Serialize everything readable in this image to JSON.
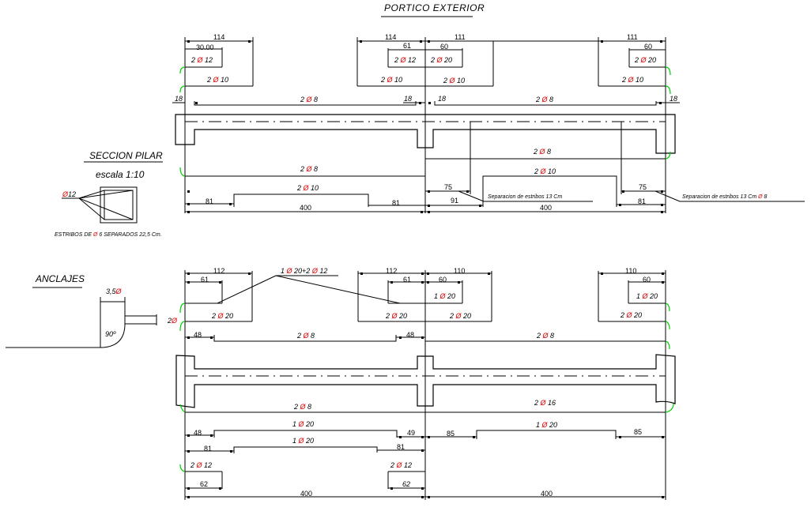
{
  "title": "PORTICO EXTERIOR",
  "phi": "Ø",
  "section": {
    "title": "SECCION PILAR",
    "scale": "escala 1:10",
    "bar_label": {
      "pre": "",
      "phi": "Ø",
      "post": "12"
    },
    "stirrups": {
      "pre": "ESTRIBOS DE ",
      "phi": "Ø",
      "post": " 6 SEPARADOS 22,5 Cm."
    }
  },
  "anchors": {
    "title": "ANCLAJES",
    "width_label": {
      "pre": "3,5",
      "phi": "Ø"
    },
    "bar_label": {
      "pre": "2",
      "phi": "Ø"
    },
    "angle": "90º"
  },
  "top_frame": {
    "dims": {
      "d114a": "114",
      "d30": "30.00",
      "d114b": "114",
      "d61": "61",
      "d111a": "111",
      "d60a": "60",
      "d111b": "111",
      "d60b": "60",
      "d18a": "18",
      "d18b": "18",
      "d18c": "18",
      "d18d": "18",
      "d81a": "81",
      "d400a": "400",
      "d81b": "81",
      "d75a": "75",
      "d91": "91",
      "d400b": "400",
      "d75b": "75",
      "d81c": "81"
    },
    "bars": {
      "b1": {
        "pre": "2 ",
        "post": " 12"
      },
      "b2": {
        "pre": "2 ",
        "post": " 10"
      },
      "b3": {
        "pre": "2 ",
        "post": " 12"
      },
      "b4": {
        "pre": "2 ",
        "post": " 20"
      },
      "b5": {
        "pre": "2 ",
        "post": " 10"
      },
      "b6": {
        "pre": "2 ",
        "post": " 10"
      },
      "b7": {
        "pre": "2 ",
        "post": " 20"
      },
      "b8": {
        "pre": "2 ",
        "post": " 10"
      },
      "b9": {
        "pre": "2 ",
        "post": " 8"
      },
      "b10": {
        "pre": "2 ",
        "post": " 8"
      },
      "b11": {
        "pre": "2 ",
        "post": " 8"
      },
      "b12": {
        "pre": "2 ",
        "post": " 10"
      },
      "b13": {
        "pre": "2 ",
        "post": " 8"
      },
      "b14": {
        "pre": "2 ",
        "post": " 10"
      }
    },
    "note1": "Separacion de estribos 13 Cm",
    "note2": {
      "pre": "Separacion de estribos 13 Cm ",
      "phi": "Ø",
      "post": " 8"
    }
  },
  "bottom_frame": {
    "dims": {
      "d112a": "112",
      "d61a": "61",
      "d112b": "112",
      "d61b": "61",
      "d110a": "110",
      "d60a": "60",
      "d110b": "110",
      "d60b": "60",
      "d48a": "48",
      "d48b": "48",
      "d48c": "48",
      "d49": "49",
      "d81a": "81",
      "d81b": "81",
      "d85a": "85",
      "d85b": "85",
      "d62a": "62",
      "d62b": "62",
      "d400a": "400",
      "d400b": "400"
    },
    "callout": {
      "a": "1 ",
      "b": " 20+2 ",
      "c": " 12"
    },
    "bars": {
      "b1": {
        "pre": "2 ",
        "post": " 20"
      },
      "b2": {
        "pre": "2 ",
        "post": " 20"
      },
      "b3": {
        "pre": "1 ",
        "post": " 20"
      },
      "b4": {
        "pre": "2 ",
        "post": " 20"
      },
      "b5": {
        "pre": "1 ",
        "post": " 20"
      },
      "b6": {
        "pre": "2 ",
        "post": " 20"
      },
      "b7": {
        "pre": "2 ",
        "post": " 8"
      },
      "b8": {
        "pre": "2 ",
        "post": " 8"
      },
      "b9": {
        "pre": "2 ",
        "post": " 8"
      },
      "b10": {
        "pre": "2 ",
        "post": " 16"
      },
      "b11": {
        "pre": "1 ",
        "post": " 20"
      },
      "b12": {
        "pre": "1 ",
        "post": " 20"
      },
      "b13": {
        "pre": "1 ",
        "post": " 20"
      },
      "b14": {
        "pre": "2 ",
        "post": " 12"
      },
      "b15": {
        "pre": "2 ",
        "post": " 12"
      }
    }
  }
}
